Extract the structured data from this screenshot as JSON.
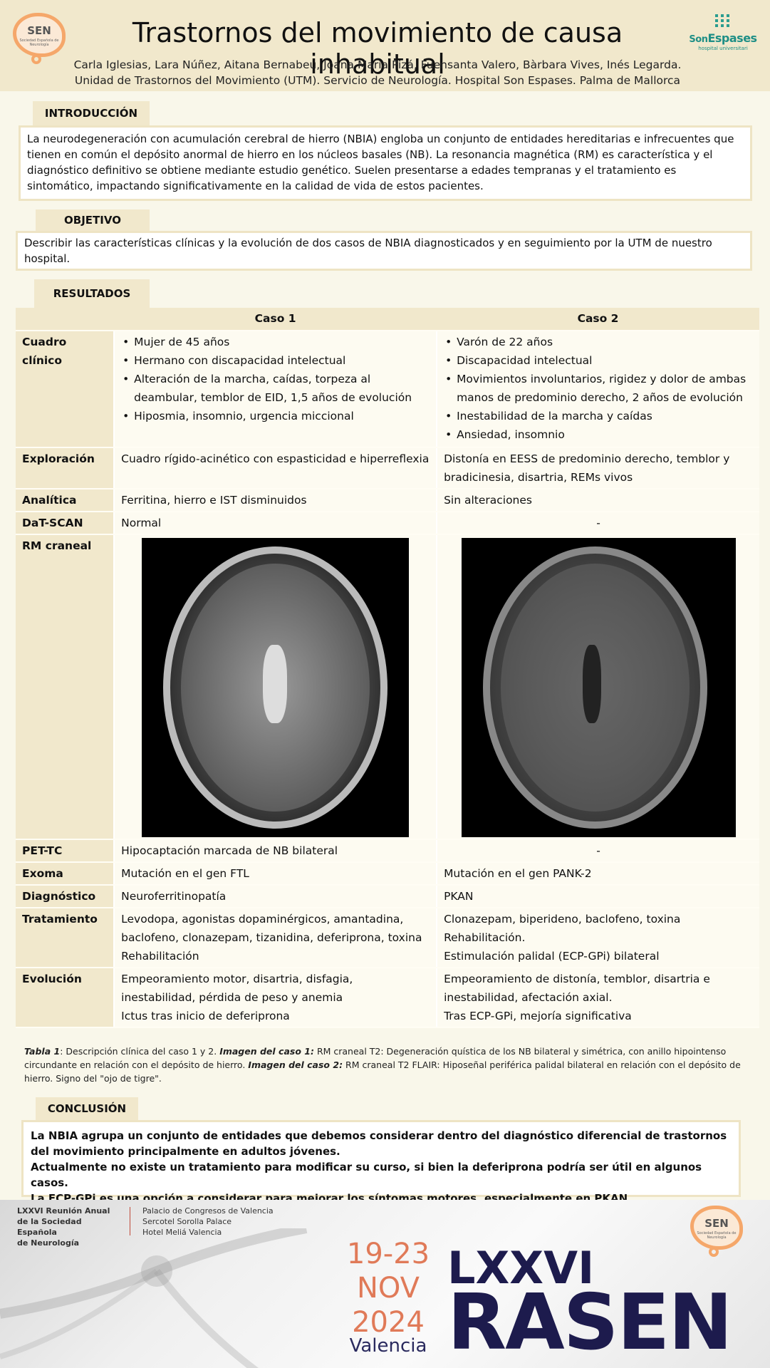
{
  "header": {
    "logo_left_text": "SEN",
    "logo_left_sub": "Sociedad Española de Neurología",
    "title": "Trastornos del movimiento de causa inhabitual",
    "authors": "Carla Iglesias, Lara Núñez, Aitana Bernabeu, Joana Maria Pizá, Fuensanta Valero, Bàrbara Vives,  Inés Legarda.",
    "affiliation": "Unidad de Trastornos del Movimiento (UTM). Servicio de Neurología. Hospital Son Espases. Palma de Mallorca",
    "logo_right_a": "Son",
    "logo_right_b": "Espases",
    "logo_right_sub": "hospital universitari"
  },
  "intro": {
    "heading": "INTRODUCCIÓN",
    "text": "La neurodegeneración con acumulación cerebral de hierro (NBIA) engloba un conjunto de entidades hereditarias e infrecuentes que tienen en común el depósito anormal de hierro en los núcleos basales (NB). La resonancia magnética (RM) es característica y el diagnóstico definitivo se obtiene mediante estudio genético. Suelen presentarse a edades tempranas y el tratamiento es sintomático, impactando significativamente en la calidad de vida de estos pacientes."
  },
  "objective": {
    "heading": "OBJETIVO",
    "text": "Describir las características clínicas y la evolución de dos casos de NBIA diagnosticados y en seguimiento por la UTM de nuestro hospital."
  },
  "results": {
    "heading": "RESULTADOS",
    "col1": "Caso 1",
    "col2": "Caso 2",
    "rows": {
      "cuadro": {
        "label": "Cuadro clínico",
        "c1": [
          "Mujer de 45 años",
          "Hermano con discapacidad intelectual",
          "Alteración de la marcha, caídas, torpeza al deambular, temblor de EID, 1,5 años de evolución",
          "Hiposmia, insomnio, urgencia miccional"
        ],
        "c2": [
          "Varón de 22 años",
          "Discapacidad intelectual",
          "Movimientos involuntarios, rigidez y dolor de ambas manos de predominio derecho,  2 años de evolución",
          "Inestabilidad de la marcha y caídas",
          "Ansiedad, insomnio"
        ]
      },
      "exploracion": {
        "label": "Exploración",
        "c1": "Cuadro rígido-acinético con espasticidad e hiperreflexia",
        "c2": "Distonía en EESS de predominio derecho, temblor y bradicinesia, disartria, REMs vivos"
      },
      "analitica": {
        "label": "Analítica",
        "c1": "Ferritina, hierro e IST disminuidos",
        "c2": "Sin alteraciones"
      },
      "datscan": {
        "label": "DaT-SCAN",
        "c1": "Normal",
        "c2": "-"
      },
      "rm": {
        "label": "RM craneal"
      },
      "pettc": {
        "label": "PET-TC",
        "c1": "Hipocaptación marcada de NB bilateral",
        "c2": "-"
      },
      "exoma": {
        "label": "Exoma",
        "c1": "Mutación en el gen FTL",
        "c2": "Mutación en el gen PANK-2"
      },
      "diagnostico": {
        "label": "Diagnóstico",
        "c1": "Neuroferritinopatía",
        "c2": "PKAN"
      },
      "tratamiento": {
        "label": "Tratamiento",
        "c1": [
          "Levodopa, agonistas dopaminérgicos, amantadina, baclofeno, clonazepam, tizanidina, deferiprona, toxina",
          "Rehabilitación"
        ],
        "c2": [
          "Clonazepam, biperideno, baclofeno, toxina",
          "Rehabilitación.",
          "Estimulación palidal (ECP-GPi) bilateral"
        ]
      },
      "evolucion": {
        "label": "Evolución",
        "c1": [
          "Empeoramiento motor, disartria, disfagia, inestabilidad, pérdida de peso y anemia",
          "Ictus tras inicio de deferiprona"
        ],
        "c2": [
          "Empeoramiento de distonía, temblor, disartria e inestabilidad, afectación axial.",
          "Tras ECP-GPi, mejoría significativa"
        ]
      }
    }
  },
  "caption": {
    "t1": "Tabla 1",
    "t1_text": ":  Descripción clínica del caso 1 y 2. ",
    "t2": "Imagen del caso 1:",
    "t2_text": " RM craneal T2: Degeneración quística de los NB bilateral y simétrica, con anillo hipointenso circundante en relación con el depósito de hierro. ",
    "t3": "Imagen del caso 2:",
    "t3_text": " RM craneal T2 FLAIR: Hiposeñal periférica palidal bilateral en relación con el depósito de hierro. Signo del \"ojo de tigre\"."
  },
  "conclusion": {
    "heading": "CONCLUSIÓN",
    "lines": [
      "La NBIA agrupa un conjunto de entidades que debemos considerar dentro del diagnóstico diferencial de trastornos del movimiento principalmente en adultos jóvenes.",
      "Actualmente no existe un tratamiento para modificar su curso, si bien la deferiprona podría ser útil en algunos casos.",
      "La ECP-GPi es una opción a considerar para mejorar los síntomas motores, especialmente en PKAN."
    ]
  },
  "footer": {
    "left": [
      "LXXVI Reunión Anual",
      "de la Sociedad Española",
      "de Neurología"
    ],
    "mid": [
      "Palacio de Congresos de Valencia",
      "Sercotel Sorolla Palace",
      "Hotel Meliá Valencia"
    ],
    "date": [
      "19-23",
      "NOV",
      "2024"
    ],
    "city": "Valencia",
    "big1": "LXXVI",
    "big2": "RASEN",
    "logo_text": "SEN",
    "logo_sub": "Sociedad Española de Neurología"
  },
  "colors": {
    "accent_bg": "#f1e8cc",
    "page_bg": "#f9f7ea",
    "footer_title": "#1d1b4d",
    "footer_date": "#e07a58"
  }
}
